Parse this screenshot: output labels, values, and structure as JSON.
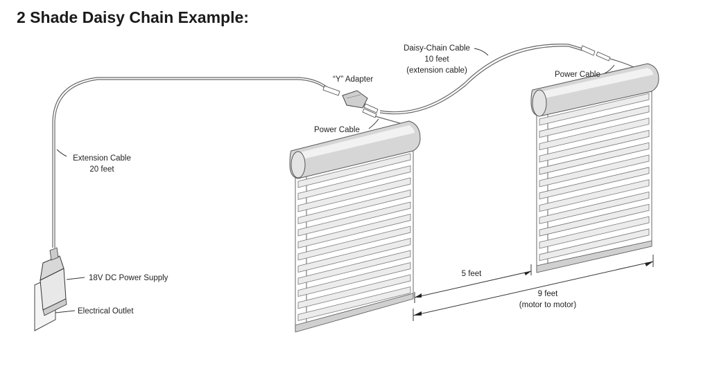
{
  "title": "2 Shade Daisy Chain Example:",
  "labels": {
    "daisy_chain_1": "Daisy-Chain Cable",
    "daisy_chain_2": "10 feet",
    "daisy_chain_3": "(extension cable)",
    "y_adapter": "“Y” Adapter",
    "power_cable_left": "Power Cable",
    "power_cable_right": "Power Cable",
    "extension_1": "Extension Cable",
    "extension_2": "20 feet",
    "power_supply": "18V DC Power Supply",
    "outlet": "Electrical Outlet",
    "dist_5": "5 feet",
    "dist_9_1": "9 feet",
    "dist_9_2": "(motor to motor)"
  },
  "colors": {
    "line": "#333333",
    "cable": "#666666",
    "slat": "#ececec",
    "headrail": "#d6d6d6"
  }
}
